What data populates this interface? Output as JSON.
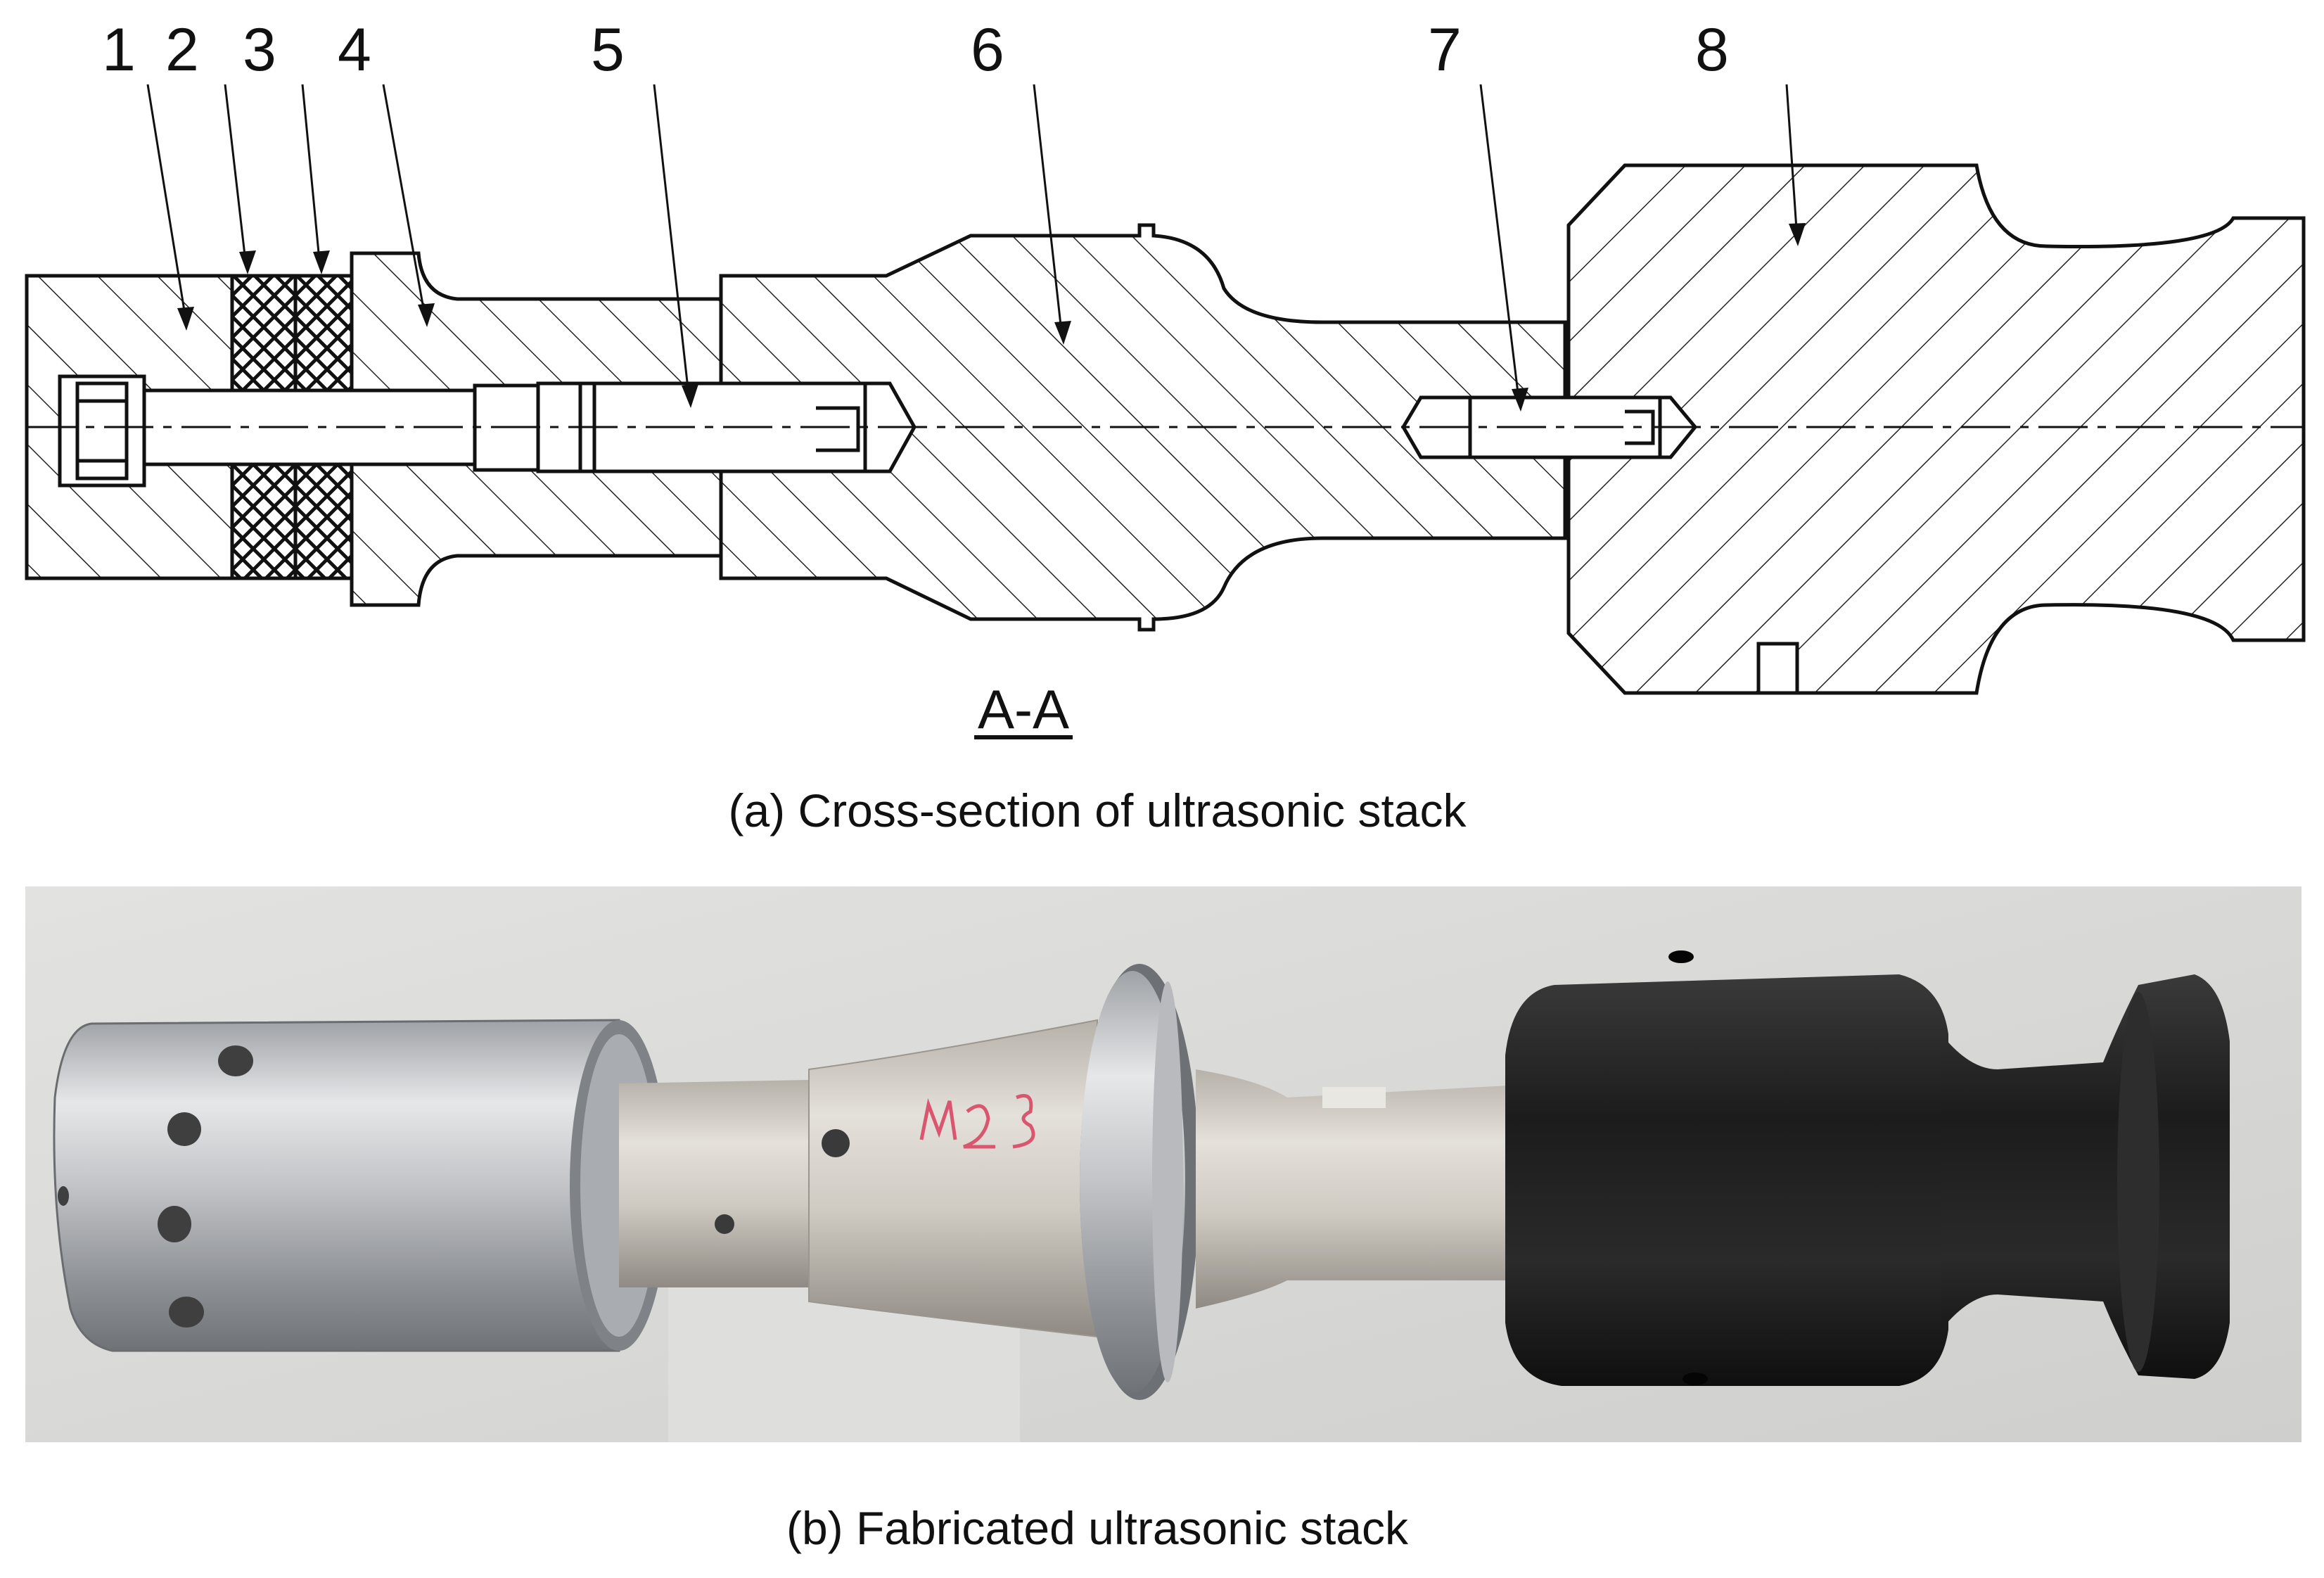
{
  "panel_a": {
    "part_numbers": [
      "1",
      "2",
      "3",
      "4",
      "5",
      "6",
      "7",
      "8"
    ],
    "section_label": "A-A",
    "caption": "(a) Cross-section of ultrasonic stack"
  },
  "panel_b": {
    "handwritten_mark": "M23",
    "caption": "(b) Fabricated ultrasonic stack"
  },
  "colors": {
    "line": "#111111",
    "hatch": "#222222",
    "photo_background": "#d9d9d7",
    "aluminum": "#c9cacc",
    "titanium": "#cfcbc4",
    "black_horn": "#1a1a1a"
  }
}
